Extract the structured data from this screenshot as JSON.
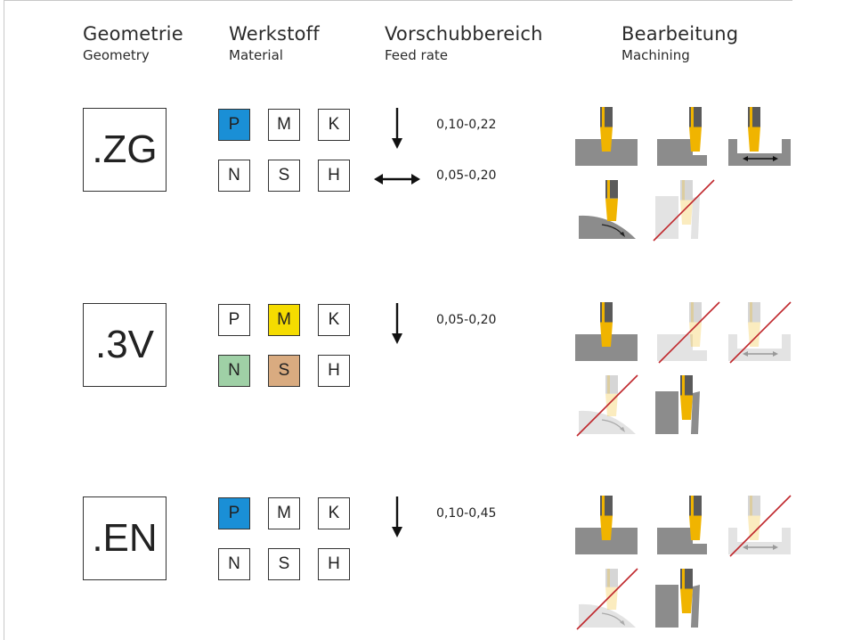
{
  "headers": {
    "geometry": {
      "de": "Geometrie",
      "en": "Geometry"
    },
    "material": {
      "de": "Werkstoff",
      "en": "Material"
    },
    "feed": {
      "de": "Vorschubbereich",
      "en": "Feed rate"
    },
    "machining": {
      "de": "Bearbeitung",
      "en": "Machining"
    }
  },
  "rows": [
    {
      "code": ".ZG",
      "materials": [
        {
          "label": "P",
          "color": "#1a8fd6"
        },
        {
          "label": "M",
          "color": null
        },
        {
          "label": "K",
          "color": null
        },
        {
          "label": "N",
          "color": null
        },
        {
          "label": "S",
          "color": null
        },
        {
          "label": "H",
          "color": null
        }
      ],
      "feeds": [
        {
          "direction": "arrow-down-icon",
          "value": "0,10-0,22"
        },
        {
          "direction": "arrow-left-right-icon",
          "value": "0,05-0,20"
        }
      ],
      "machining": [
        "grooving",
        "grooving-face",
        "grooving-lateral",
        "profiling",
        "not-suitable-parting"
      ],
      "suitable": [
        true,
        true,
        true,
        true,
        false
      ]
    },
    {
      "code": ".3V",
      "materials": [
        {
          "label": "P",
          "color": null
        },
        {
          "label": "M",
          "color": "#f5dc00"
        },
        {
          "label": "K",
          "color": null
        },
        {
          "label": "N",
          "color": "#9fd0a6"
        },
        {
          "label": "S",
          "color": "#d9ab80"
        },
        {
          "label": "H",
          "color": null
        }
      ],
      "feeds": [
        {
          "direction": "arrow-down-icon",
          "value": "0,05-0,20"
        }
      ],
      "machining": [
        "grooving",
        "grooving-face",
        "grooving-lateral",
        "profiling",
        "parting"
      ],
      "suitable": [
        true,
        false,
        false,
        false,
        true
      ]
    },
    {
      "code": ".EN",
      "materials": [
        {
          "label": "P",
          "color": "#1a8fd6"
        },
        {
          "label": "M",
          "color": null
        },
        {
          "label": "K",
          "color": null
        },
        {
          "label": "N",
          "color": null
        },
        {
          "label": "S",
          "color": null
        },
        {
          "label": "H",
          "color": null
        }
      ],
      "feeds": [
        {
          "direction": "arrow-down-icon",
          "value": "0,10-0,45"
        }
      ],
      "machining": [
        "grooving",
        "grooving-face",
        "grooving-lateral",
        "profiling",
        "parting"
      ],
      "suitable": [
        true,
        true,
        false,
        false,
        true
      ]
    }
  ],
  "colors": {
    "insert": "#f0b400",
    "holder": "#5a5a5a",
    "workpiece": "#8c8c8c",
    "not_suitable_line": "#c0282d"
  }
}
